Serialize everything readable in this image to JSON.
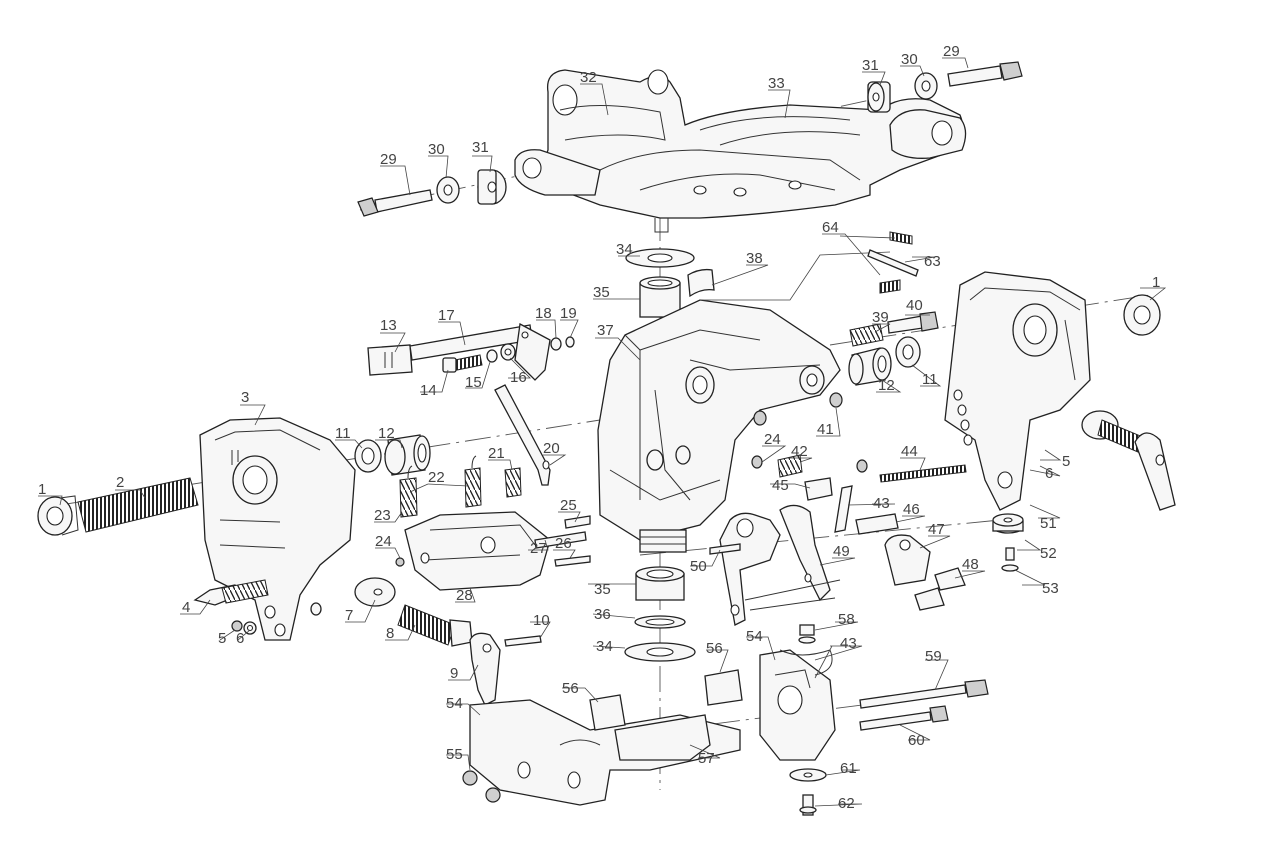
{
  "callouts": {
    "c1a": "1",
    "c1b": "1",
    "c2": "2",
    "c3": "3",
    "c4": "4",
    "c5a": "5",
    "c5b": "5",
    "c6a": "6",
    "c6b": "6",
    "c7": "7",
    "c8": "8",
    "c9": "9",
    "c10": "10",
    "c11a": "11",
    "c11b": "11",
    "c12a": "12",
    "c12b": "12",
    "c13": "13",
    "c14": "14",
    "c15": "15",
    "c16": "16",
    "c17": "17",
    "c18": "18",
    "c19": "19",
    "c20": "20",
    "c21": "21",
    "c22": "22",
    "c23": "23",
    "c24a": "24",
    "c24b": "24",
    "c25": "25",
    "c26": "26",
    "c27": "27",
    "c28": "28",
    "c29a": "29",
    "c29b": "29",
    "c30a": "30",
    "c30b": "30",
    "c31a": "31",
    "c31b": "31",
    "c32": "32",
    "c33": "33",
    "c34a": "34",
    "c34b": "34",
    "c35a": "35",
    "c35b": "35",
    "c36": "36",
    "c37": "37",
    "c38": "38",
    "c39": "39",
    "c40": "40",
    "c41": "41",
    "c42": "42",
    "c43a": "43",
    "c43b": "43",
    "c44": "44",
    "c45": "45",
    "c46": "46",
    "c47": "47",
    "c48": "48",
    "c49": "49",
    "c50": "50",
    "c51": "51",
    "c52": "52",
    "c53": "53",
    "c54a": "54",
    "c54b": "54",
    "c55": "55",
    "c56a": "56",
    "c56b": "56",
    "c57": "57",
    "c58": "58",
    "c59": "59",
    "c60": "60",
    "c61": "61",
    "c62": "62",
    "c63": "63",
    "c64": "64"
  }
}
